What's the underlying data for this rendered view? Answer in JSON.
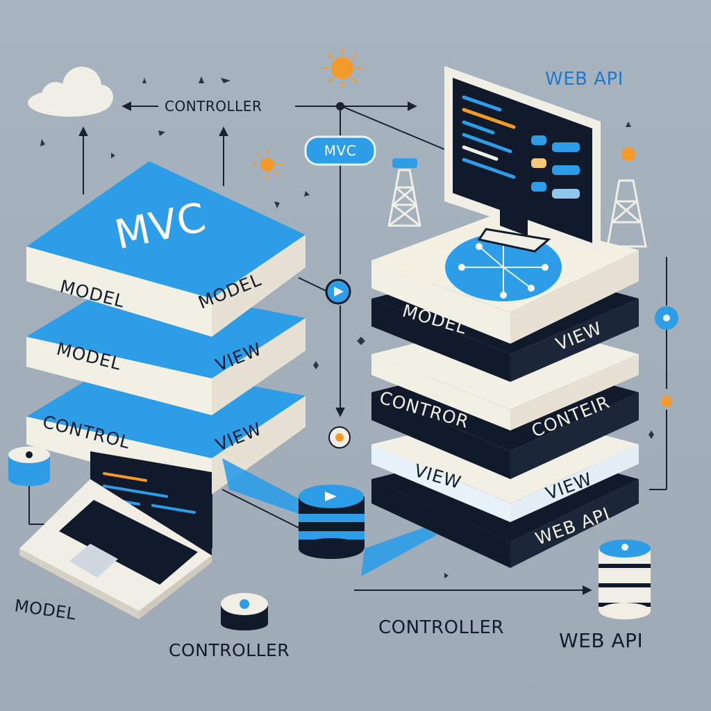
{
  "colors": {
    "background": "#a3b0bb",
    "accent_blue": "#2d9de8",
    "cream": "#f4f0e2",
    "navy": "#101a2a",
    "orange": "#f39a2a"
  },
  "top_labels": {
    "controller": "CONTROLLER",
    "mvc_pill": "MVC",
    "web_api": "WEB API"
  },
  "left_stack": {
    "title": "MVC",
    "row1_left": "MODEL",
    "row1_right": "MODEL",
    "row2_left": "MODEL",
    "row2_right": "VIEW",
    "row3_left": "CONTROL",
    "row3_right": "VIEW"
  },
  "right_stack": {
    "row1_left": "MODEL",
    "row1_right": "VIEW",
    "row2_left": "CONTROR",
    "row2_right": "CONTEIR",
    "row3_left": "VIEW",
    "row3_right": "VIEW",
    "row4_right": "WEB API"
  },
  "bottom_labels": {
    "model": "MODEL",
    "controller_center": "CONTROLLER",
    "controller_right": "CONTROLLER",
    "web_api": "WEB API"
  },
  "icons": [
    "cloud-icon",
    "sun-icon",
    "laptop-icon",
    "monitor-icon",
    "database-icon",
    "tower-icon",
    "network-node-icon"
  ]
}
